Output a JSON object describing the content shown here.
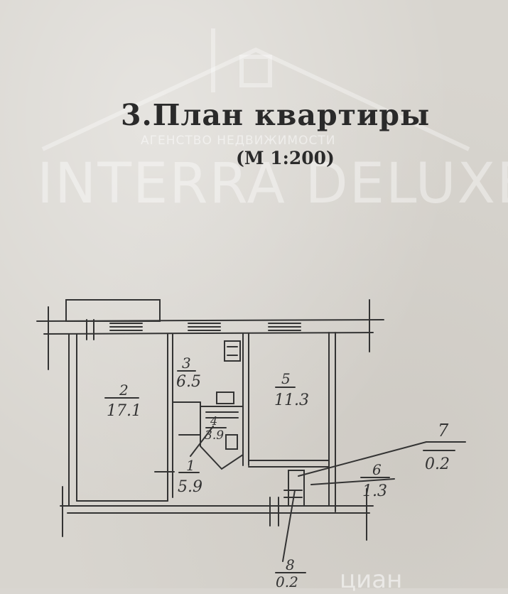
{
  "header": {
    "title": "3.План  квартиры",
    "scale": "(М  1:200)"
  },
  "watermark": {
    "brand": "INTERRA DELUXE",
    "tagline": "АГЕНСТВО НЕДВИЖИМОСТИ",
    "source": "циан"
  },
  "rooms": [
    {
      "number": "2",
      "area": "17.1"
    },
    {
      "number": "3",
      "area": "6.5"
    },
    {
      "number": "4",
      "area": "3.9"
    },
    {
      "number": "5",
      "area": "11.3"
    },
    {
      "number": "1",
      "area": "5.9"
    },
    {
      "number": "6",
      "area": "1.3"
    },
    {
      "number": "7",
      "area": "0.2"
    },
    {
      "number": "8",
      "area": "0.2"
    }
  ],
  "colors": {
    "ink": "#333333",
    "paper": "#d8d5cf"
  }
}
